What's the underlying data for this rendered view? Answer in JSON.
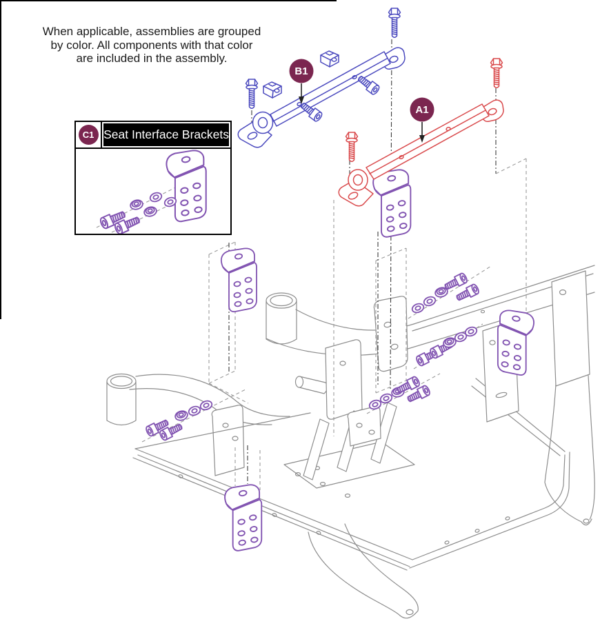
{
  "note": {
    "line1": "When applicable, assemblies are grouped",
    "line2": "by color. All components with that color",
    "line3": "are included in the assembly."
  },
  "legend": {
    "badge": "C1",
    "title": "Seat Interface Brackets"
  },
  "callouts": {
    "b1": "B1",
    "a1": "A1"
  },
  "colors": {
    "badge": "#7b2650",
    "frame": "#8c8c8c",
    "purple": "#8153b1",
    "blue": "#4a49be",
    "red": "#d9494b",
    "dash": "#9a9a9a",
    "dash_dark": "#3a3a3a",
    "text": "#1a1a1a",
    "header_bg": "#000000",
    "header_text": "#ffffff",
    "page_bg": "#ffffff",
    "border": "#000000"
  }
}
